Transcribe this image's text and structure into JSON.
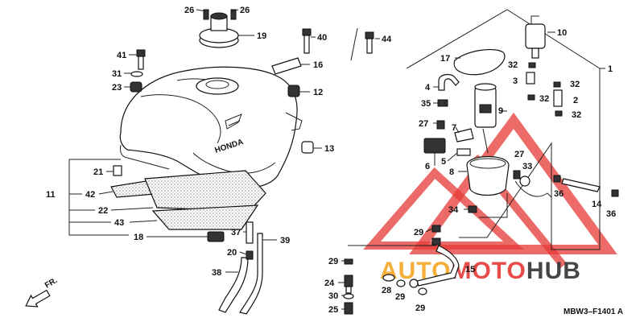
{
  "diagram_code": "MBW3–F1401",
  "diagram_code_suffix": "A",
  "direction_label": "FR.",
  "tank_brand": "HONDA",
  "watermark": {
    "part1": "AUTO",
    "part2": "MOTO",
    "part3": "HUB",
    "color_red": "#e53935",
    "color_orange": "#f5a623",
    "color_dark": "#333333"
  },
  "labels": {
    "n1": "1",
    "n2": "2",
    "n3": "3",
    "n4": "4",
    "n5": "5",
    "n6": "6",
    "n7": "7",
    "n8": "8",
    "n9": "9",
    "n10": "10",
    "n11": "11",
    "n12": "12",
    "n13": "13",
    "n14": "14",
    "n15": "15",
    "n16": "16",
    "n17": "17",
    "n18": "18",
    "n19": "19",
    "n20": "20",
    "n21": "21",
    "n22": "22",
    "n23": "23",
    "n24": "24",
    "n25": "25",
    "n26a": "26",
    "n26b": "26",
    "n27a": "27",
    "n27b": "27",
    "n28": "28",
    "n29a": "29",
    "n29b": "29",
    "n29c": "29",
    "n29d": "29",
    "n30": "30",
    "n31": "31",
    "n32a": "32",
    "n32b": "32",
    "n32c": "32",
    "n32d": "32",
    "n33": "33",
    "n34": "34",
    "n35": "35",
    "n36a": "36",
    "n36b": "36",
    "n37": "37",
    "n38": "38",
    "n39": "39",
    "n40": "40",
    "n41": "41",
    "n42": "42",
    "n43": "43",
    "n44": "44"
  }
}
